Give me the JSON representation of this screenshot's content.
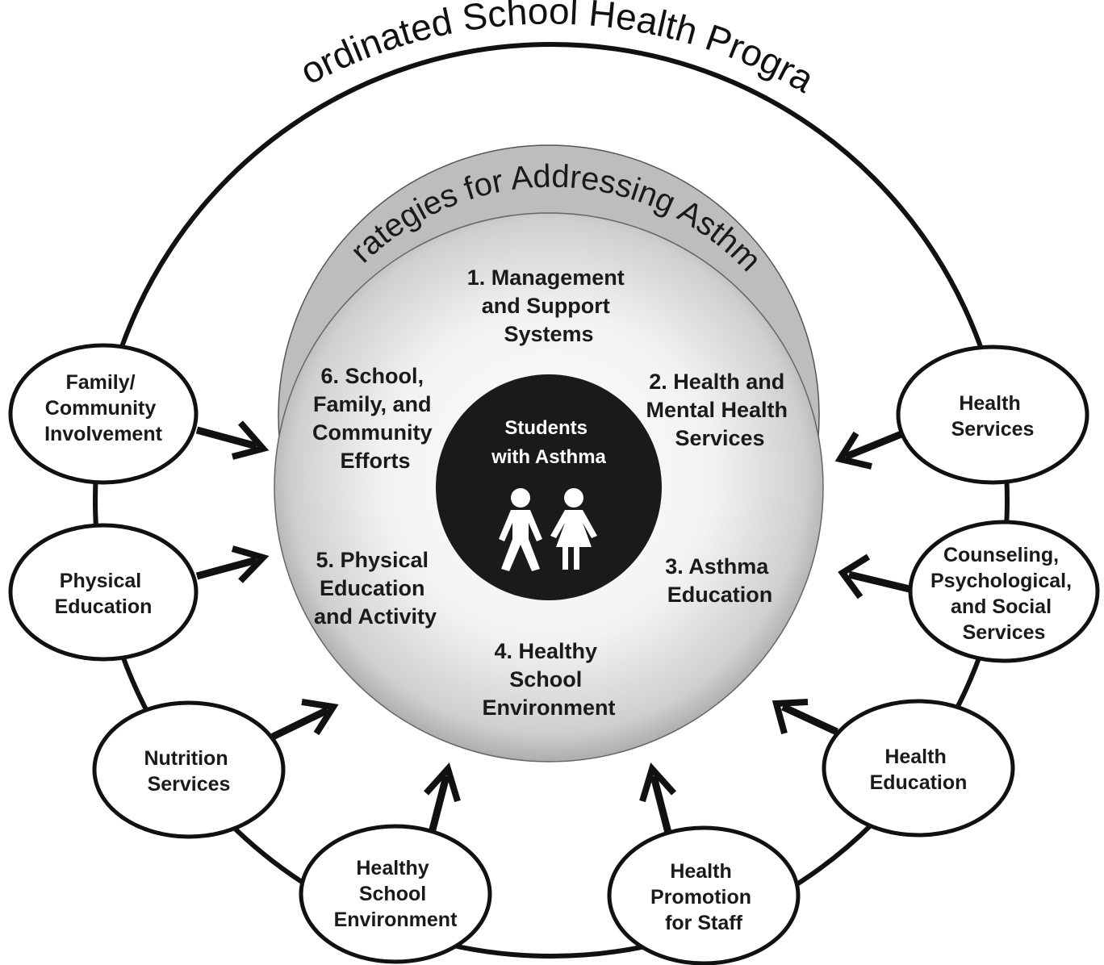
{
  "title": "Coordinated School Health Program",
  "inner_title": "Strategies for Addressing Asthma",
  "center": {
    "lines": [
      "Students",
      "with Asthma"
    ]
  },
  "strategies": [
    {
      "lines": [
        "1. Management",
        "and Support",
        "Systems"
      ]
    },
    {
      "lines": [
        "2. Health and",
        "Mental Health",
        "Services"
      ]
    },
    {
      "lines": [
        "3. Asthma",
        "Education"
      ]
    },
    {
      "lines": [
        "4. Healthy",
        "School",
        "Environment"
      ]
    },
    {
      "lines": [
        "5. Physical",
        "Education",
        "and Activity"
      ]
    },
    {
      "lines": [
        "6. School,",
        "Family, and",
        "Community",
        "Efforts"
      ]
    }
  ],
  "components": [
    {
      "lines": [
        "Family/",
        "Community",
        "Involvement"
      ]
    },
    {
      "lines": [
        "Physical",
        "Education"
      ]
    },
    {
      "lines": [
        "Nutrition",
        "Services"
      ]
    },
    {
      "lines": [
        "Healthy",
        "School",
        "Environment"
      ]
    },
    {
      "lines": [
        "Health",
        "Promotion",
        "for Staff"
      ]
    },
    {
      "lines": [
        "Health",
        "Education"
      ]
    },
    {
      "lines": [
        "Counseling,",
        "Psychological,",
        "and Social",
        "Services"
      ]
    },
    {
      "lines": [
        "Health",
        "Services"
      ]
    }
  ]
}
